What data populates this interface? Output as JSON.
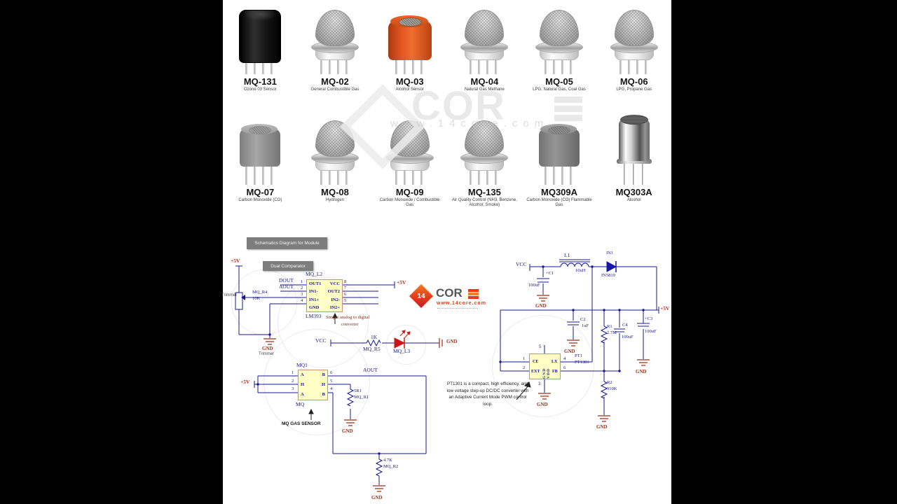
{
  "sensors": {
    "items": [
      {
        "name": "MQ-131",
        "desc": "Ozone 03 Sensor"
      },
      {
        "name": "MQ-02",
        "desc": "General Combustible Gas"
      },
      {
        "name": "MQ-03",
        "desc": "Alcohol Sensor"
      },
      {
        "name": "MQ-04",
        "desc": "Natural Gas Methane"
      },
      {
        "name": "MQ-05",
        "desc": "LPG, Natural Gas, Coal Gas"
      },
      {
        "name": "MQ-06",
        "desc": "LPG, Propane Gas"
      },
      {
        "name": "MQ-07",
        "desc": "Carbon Monoxide (CO)"
      },
      {
        "name": "MQ-08",
        "desc": "Hydrogen"
      },
      {
        "name": "MQ-09",
        "desc": "Carbon Monoxide / Combustible Gas"
      },
      {
        "name": "MQ-135",
        "desc": "Air Quality Control (NH3, Benzene, Alcohol, Smoke)"
      },
      {
        "name": "MQ309A",
        "desc": "Carbon Monoxide (CO) Flammable Gas"
      },
      {
        "name": "MQ303A",
        "desc": "Alcohol"
      }
    ]
  },
  "sch": {
    "sec": "Schematics Diagram for Module",
    "p5": "+5V",
    "vcc": "VCC",
    "gnd": "GND",
    "cmp": {
      "tag": "Dual Comparator",
      "chip_ref": "MQ_L2",
      "chip_part": "LM393",
      "rows": [
        {
          "l": "OUT1",
          "r": "VCC",
          "ln": "1",
          "rn": "8"
        },
        {
          "l": "IN1-",
          "r": "OUT2",
          "ln": "2",
          "rn": "7"
        },
        {
          "l": "IN1+",
          "r": "IN2-",
          "ln": "3",
          "rn": "6"
        },
        {
          "l": "GND",
          "r": "IN2+",
          "ln": "4",
          "rn": "5"
        }
      ],
      "dout": "DOUT",
      "aout": "AOUT",
      "trimmer": "Trimmer",
      "r4": "MQ_R4",
      "r4v": "10K",
      "note1": "Simple analog to digital",
      "note2": "converter"
    },
    "led": {
      "r": "1K",
      "rref": "MQ_R5",
      "lref": "MQ_L3"
    },
    "mq1": {
      "ref": "MQ1",
      "sub": "MQ",
      "cap": "MQ GAS SENSOR",
      "aout": "AOUT",
      "rows": [
        {
          "l": "A",
          "r": "B"
        },
        {
          "l": "H",
          "r": "H"
        },
        {
          "l": "A",
          "r": "B"
        }
      ],
      "lp": [
        "1",
        "2",
        "3"
      ],
      "rp": [
        "6",
        "5",
        "4"
      ],
      "r1": "5R1",
      "r1r": "MQ_R1",
      "r2": "4.7K",
      "r2r": "MQ_R2"
    },
    "bst": {
      "l1": "L1",
      "l1v": "10uH",
      "d1": "IN1",
      "d1p": "IN5819",
      "c1": "+C1",
      "c1v": "100uF",
      "c2": "C2",
      "c2v": "1uF",
      "c3": "+C3",
      "c3v": "100uF",
      "c4": "C4",
      "c4v": "100uF",
      "r1": "R1",
      "r1v": "2.7M",
      "r2": "R2",
      "r2v": "910K",
      "pt": "PT1",
      "ptp": "PT1301",
      "ce": "CE",
      "lx": "LX",
      "ext": "EXT",
      "fb": "FB",
      "vtxt": "GND VDD",
      "n1": "1",
      "n2": "2",
      "n3": "3",
      "n4": "4",
      "n5": "5",
      "n6": "6",
      "note": [
        "PT1301 is a compact, high efficiency, and",
        "low voltage step-up DC/DC converter with",
        "an Adaptive Current Mode PWM control",
        "loop."
      ]
    }
  },
  "logo": {
    "num": "14",
    "brand": "COR",
    "url": "www.14core.com"
  },
  "wm": {
    "brand": "COR",
    "url": "www.14core.com"
  }
}
